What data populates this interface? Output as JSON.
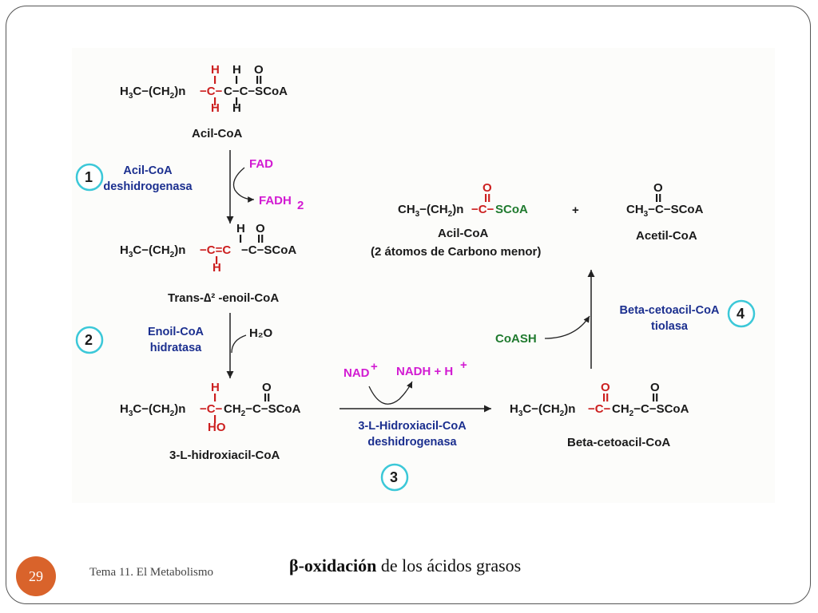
{
  "slide": {
    "number": "29",
    "topic": "Tema 11. El Metabolismo",
    "title_bold": "β-oxidación",
    "title_rest": " de los ácidos grasos"
  },
  "labels": {
    "acil_coa": "Acil-CoA",
    "trans_enoil": "Trans-∆² -enoil-CoA",
    "hidroxiacil": "3-L-hidroxiacil-CoA",
    "cetoacil": "Beta-cetoacil-CoA",
    "acil_coa_short": "Acil-CoA",
    "acil_coa_note": "(2 átomos de Carbono menor)",
    "acetil_coa": "Acetil-CoA"
  },
  "steps": {
    "s1": {
      "number": "1",
      "enzyme_line1": "Acil-CoA",
      "enzyme_line2": "deshidrogenasa",
      "cofactor_in": "FAD",
      "cofactor_out": "FADH"
    },
    "s2": {
      "number": "2",
      "enzyme_line1": "Enoil-CoA",
      "enzyme_line2": "hidratasa",
      "cofactor_in": "H₂O"
    },
    "s3": {
      "number": "3",
      "enzyme_line1": "3-L-Hidroxiacil-CoA",
      "enzyme_line2": "deshidrogenasa",
      "cofactor_in": "NAD",
      "cofactor_out": "NADH + H"
    },
    "s4": {
      "number": "4",
      "enzyme_line1": "Beta-cetoacil-CoA",
      "enzyme_line2": "tiolasa",
      "cofactor_in": "CoASH"
    }
  },
  "colors": {
    "frame": "#555555",
    "badge": "#d9632b",
    "step_circle": "#3cc8d8",
    "enzyme": "#1b2f8f",
    "cofactor": "#d21bd2",
    "highlight": "#cc1f1f",
    "coash": "#1f7a2e"
  }
}
